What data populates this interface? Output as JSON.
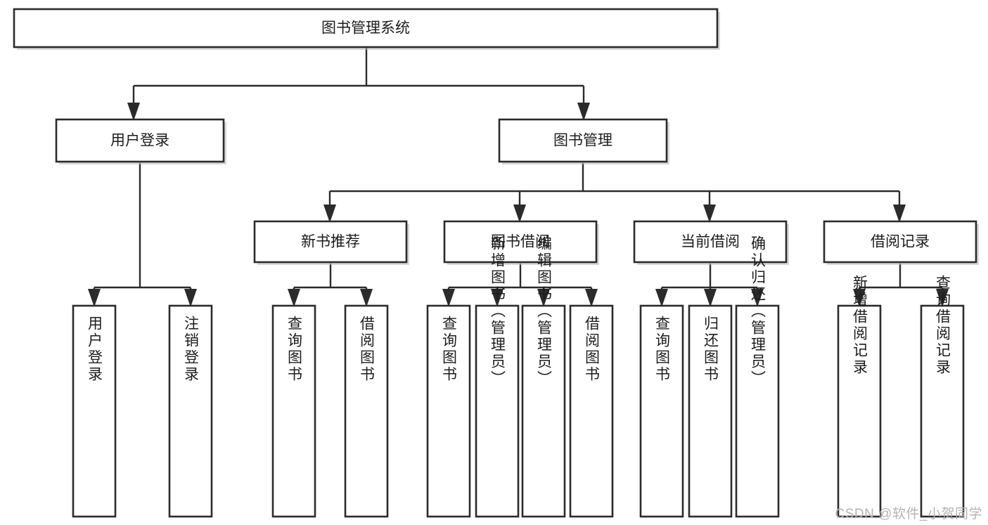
{
  "diagram": {
    "type": "tree",
    "title": "图书管理系统",
    "root": {
      "label": "图书管理系统"
    },
    "level2": [
      {
        "label": "用户登录"
      },
      {
        "label": "图书管理"
      }
    ],
    "level3": [
      {
        "label": "新书推荐"
      },
      {
        "label": "图书借阅"
      },
      {
        "label": "当前借阅"
      },
      {
        "label": "借阅记录"
      }
    ],
    "leaves": {
      "user_login": [
        {
          "label": "用户登录"
        },
        {
          "label": "注销登录"
        }
      ],
      "new_book_recommend": [
        {
          "label": "查询图书"
        },
        {
          "label": "借阅图书"
        }
      ],
      "book_borrow": [
        {
          "label": "查询图书"
        },
        {
          "label": "新增图书（管理员）"
        },
        {
          "label": "编辑图书（管理员）"
        },
        {
          "label": "借阅图书"
        }
      ],
      "current_borrow": [
        {
          "label": "查询图书"
        },
        {
          "label": "归还图书"
        },
        {
          "label": "确认归还（管理员）"
        }
      ],
      "borrow_record": [
        {
          "label": "新增借阅记录"
        },
        {
          "label": "查询借阅记录"
        }
      ]
    }
  },
  "watermark": {
    "text": "CSDN @软件_小贺同学"
  },
  "colors": {
    "box_stroke": "#2b2b2b",
    "box_fill": "#ffffff",
    "connector": "#2b2b2b",
    "text": "#1c1c1c",
    "watermark": "#b4b4b4",
    "background": "#ffffff"
  }
}
